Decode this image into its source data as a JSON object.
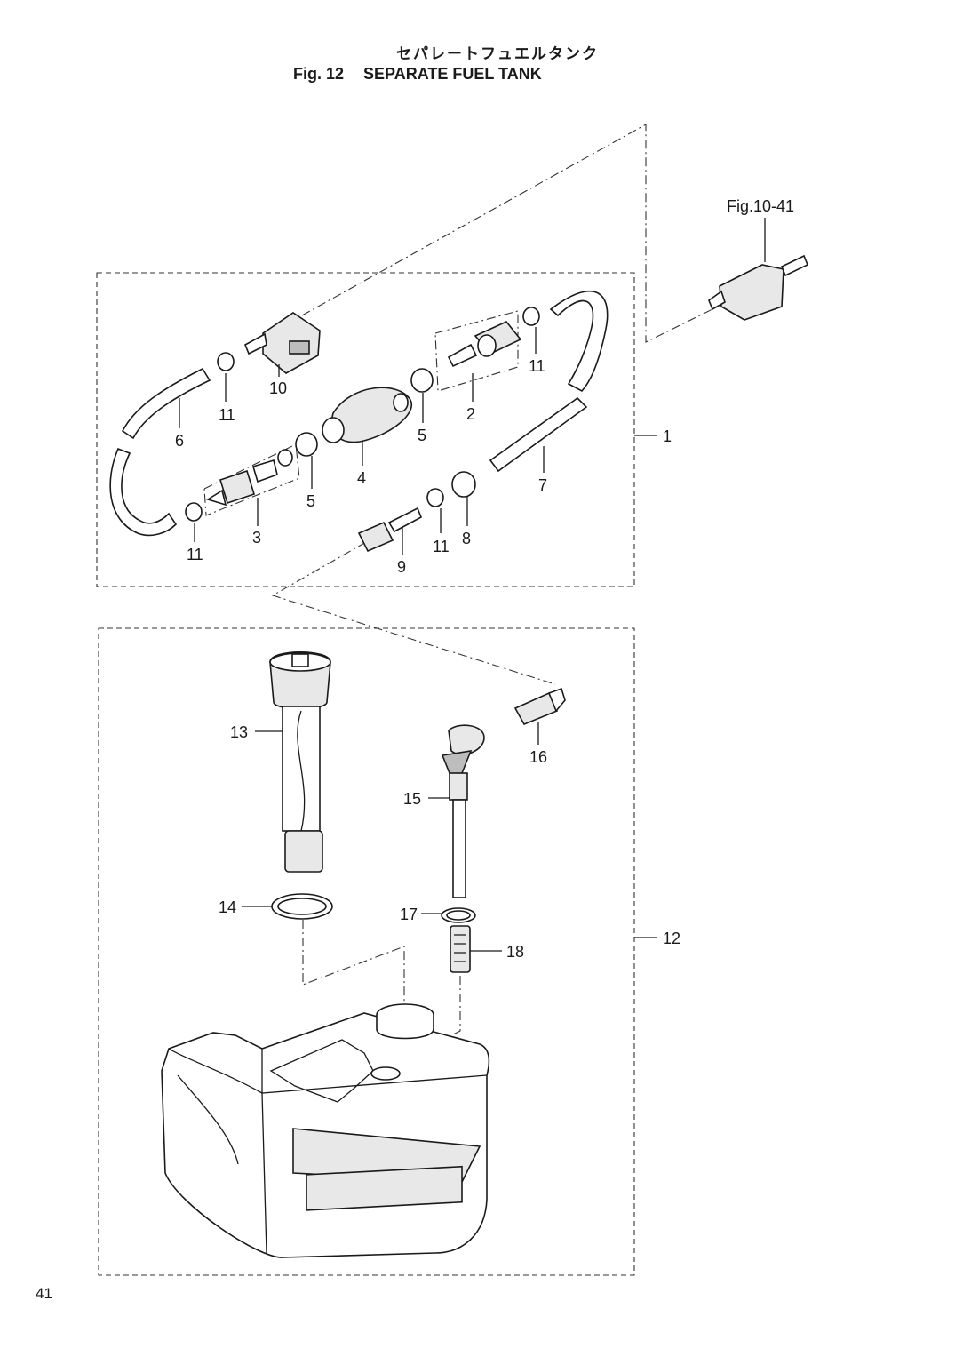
{
  "title": {
    "japanese": "セパレートフュエルタンク",
    "fig_number": "Fig. 12",
    "english": "SEPARATE FUEL TANK"
  },
  "reference": "Fig.10-41",
  "callouts": {
    "c1": "1",
    "c2": "2",
    "c3": "3",
    "c4": "4",
    "c5a": "5",
    "c5b": "5",
    "c6": "6",
    "c7": "7",
    "c8": "8",
    "c9": "9",
    "c10": "10",
    "c11a": "11",
    "c11b": "11",
    "c11c": "11",
    "c11d": "11",
    "c12": "12",
    "c13": "13",
    "c14": "14",
    "c15": "15",
    "c16": "16",
    "c17": "17",
    "c18": "18"
  },
  "page_number": "41"
}
